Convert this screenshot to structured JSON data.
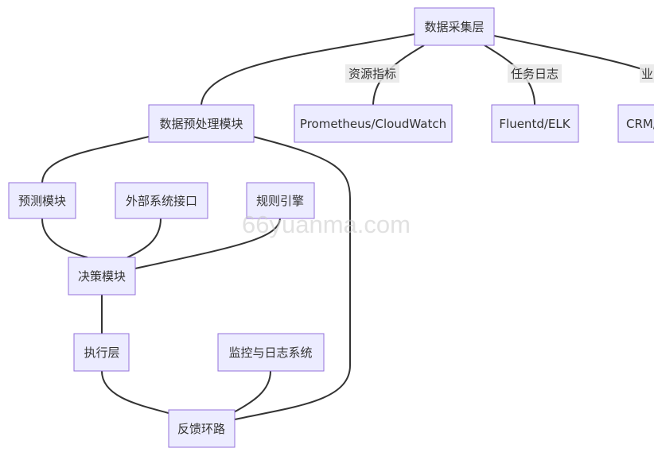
{
  "diagram": {
    "nodes": {
      "data_collection": "数据采集层",
      "preprocessing": "数据预处理模块",
      "prometheus": "Prometheus/CloudWatch",
      "fluentd": "Fluentd/ELK",
      "crm": "CRM/",
      "prediction": "预测模块",
      "external": "外部系统接口",
      "rules": "规则引擎",
      "decision": "决策模块",
      "execution": "执行层",
      "monitoring": "监控与日志系统",
      "feedback": "反馈环路"
    },
    "edge_labels": {
      "resource_metrics": "资源指标",
      "task_logs": "任务日志",
      "business": "业"
    },
    "watermark": "66yuanma.com",
    "colors": {
      "node_fill": "#ececff",
      "node_stroke": "#9370db",
      "edge": "#333333",
      "label_bg": "#e8e8e8"
    }
  }
}
